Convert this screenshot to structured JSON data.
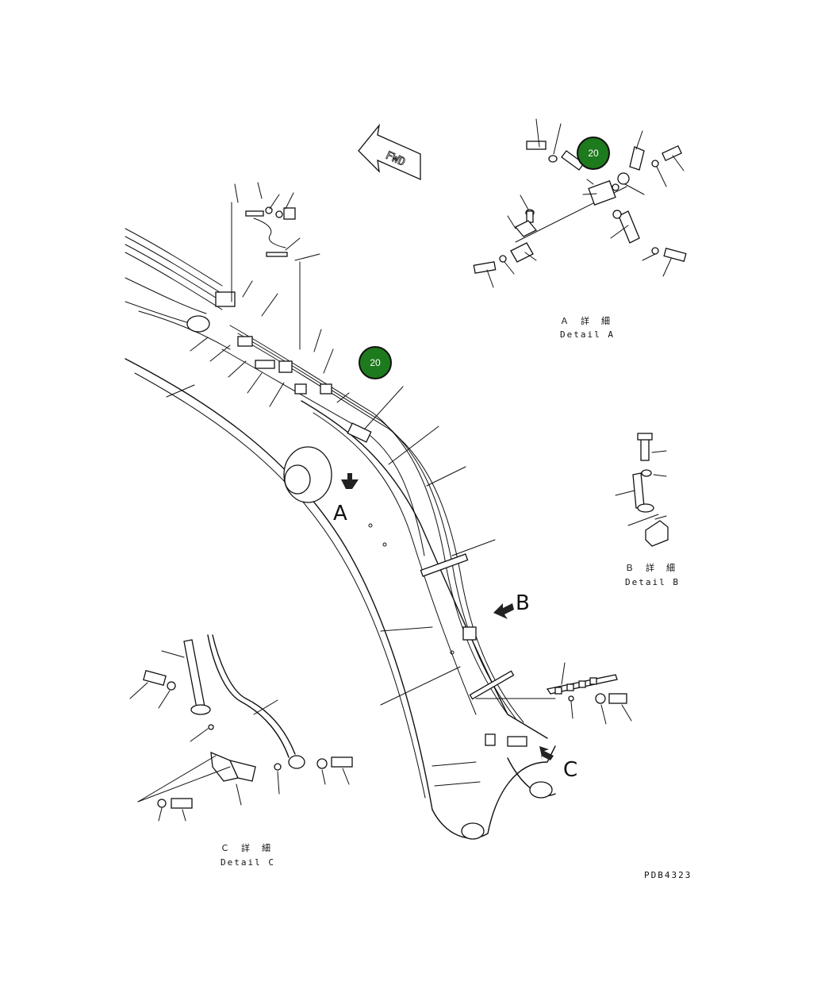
{
  "fwd_label": "FWD",
  "badges": [
    {
      "id": "badge-detail-a",
      "text": "20",
      "color": "#1d7a1d"
    },
    {
      "id": "badge-main",
      "text": "20",
      "color": "#1d7a1d"
    }
  ],
  "view_markers": {
    "a": "A",
    "b": "B",
    "c": "C"
  },
  "details": {
    "a": {
      "jp": "Ａ　詳　細",
      "en": "Detail A"
    },
    "b": {
      "jp": "Ｂ　詳　細",
      "en": "Detail B"
    },
    "c": {
      "jp": "Ｃ　詳　細",
      "en": "Detail C"
    }
  },
  "drawing_code": "PDB4323"
}
